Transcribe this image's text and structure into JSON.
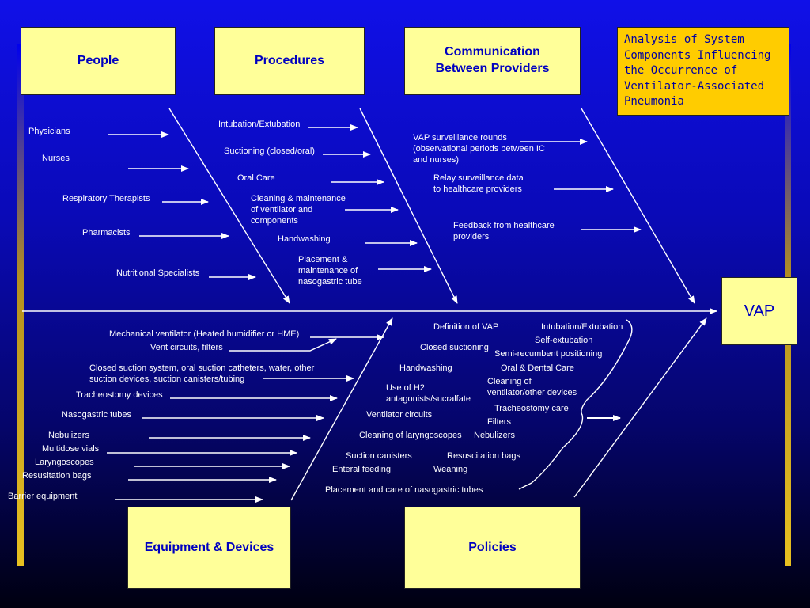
{
  "title": "Analysis of System Components Influencing the Occurrence of Ventilator-Associated Pneumonia",
  "effect": "VAP",
  "categories": {
    "people": "People",
    "procedures": "Procedures",
    "communication": "Communication Between Providers",
    "equipment": "Equipment & Devices",
    "policies": "Policies"
  },
  "people": [
    "Physicians",
    "Nurses",
    "Respiratory Therapists",
    "Pharmacists",
    "Nutritional Specialists"
  ],
  "procedures": [
    "Intubation/Extubation",
    "Suctioning (closed/oral)",
    "Oral Care",
    "Cleaning & maintenance of ventilator and components",
    "Handwashing",
    "Placement & maintenance of nasogastric tube"
  ],
  "communication": [
    "VAP surveillance rounds (observational periods between IC and nurses)",
    "Relay surveillance data to healthcare providers",
    "Feedback from healthcare providers"
  ],
  "equipment": [
    "Mechanical ventilator (Heated humidifier or HME)",
    "Vent circuits, filters",
    "Closed suction system, oral suction catheters, water, other suction devices, suction canisters/tubing",
    "Tracheostomy devices",
    "Nasogastric tubes",
    "Nebulizers",
    "Multidose vials",
    "Laryngoscopes",
    "Resusitation bags",
    "Barrier equipment"
  ],
  "policies": [
    "Definition of VAP",
    "Intubation/Extubation",
    "Self-extubation",
    "Closed suctioning",
    "Semi-recumbent positioning",
    "Handwashing",
    "Oral & Dental Care",
    "Use of H2 antagonists/sucralfate",
    "Cleaning of ventilator/other devices",
    "Tracheostomy care",
    "Ventilator circuits",
    "Filters",
    "Cleaning of laryngoscopes",
    "Nebulizers",
    "Suction canisters",
    "Resuscitation bags",
    "Enteral feeding",
    "Weaning",
    "Placement and care of nasogastric tubes"
  ],
  "colors": {
    "background": "#0a0ab8",
    "box": "#ffff99",
    "title_box": "#ffcc00",
    "text": "#ffffff",
    "box_text": "#0000c0"
  }
}
